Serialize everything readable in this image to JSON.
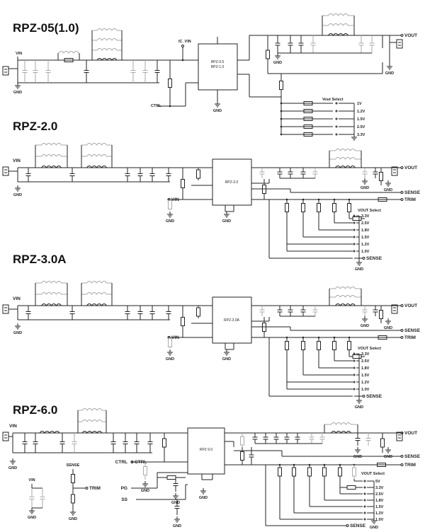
{
  "sections": [
    {
      "title": "RPZ-05(1.0)",
      "ic": [
        "RPZ-0.5",
        "RPZ-1.0"
      ],
      "vin": "VIN",
      "gnd": "GND",
      "ic_vin": "IC_VIN",
      "ctrl": "CTRL",
      "vout": "VOUT",
      "select_title": "Vout Select",
      "select": [
        "1V",
        "1.2V",
        "1.5V",
        "2.5V",
        "3.3V"
      ]
    },
    {
      "title": "RPZ-2.0",
      "ic": [
        "RPZ-2.0"
      ],
      "vin": "VIN",
      "gnd": "GND",
      "vout": "VOUT",
      "sense": "SENSE",
      "trim": "TRIM",
      "select_title": "VOUT Select",
      "select": [
        "3.3V",
        "2.5V",
        "1.8V",
        "1.5V",
        "1.2V",
        "1.0V"
      ]
    },
    {
      "title": "RPZ-3.0A",
      "ic": [
        "RPZ-3.0A"
      ],
      "vin": "VIN",
      "gnd": "GND",
      "vout": "VOUT",
      "sense": "SENSE",
      "trim": "TRIM",
      "select_title": "VOUT Select",
      "select": [
        "3.3V",
        "2.5V",
        "1.8V",
        "1.5V",
        "1.2V",
        "1.0V"
      ]
    },
    {
      "title": "RPZ-6.0",
      "ic": [
        "RPZ 6.0"
      ],
      "vin": "VIN",
      "gnd": "GND",
      "vout": "VOUT",
      "sense": "SENSE",
      "trim": "TRIM",
      "ctrl": "CTRL",
      "pg": "PG",
      "ss": "SS",
      "select_title": "VOUT Select",
      "select": [
        "5V",
        "3.3V",
        "2.5V",
        "1.8V",
        "1.5V",
        "1.2V",
        "1.0V"
      ],
      "aux": {
        "vin": "VIN",
        "gnd": "GND",
        "sense": "SENSE",
        "trim": "TRIM"
      }
    }
  ]
}
